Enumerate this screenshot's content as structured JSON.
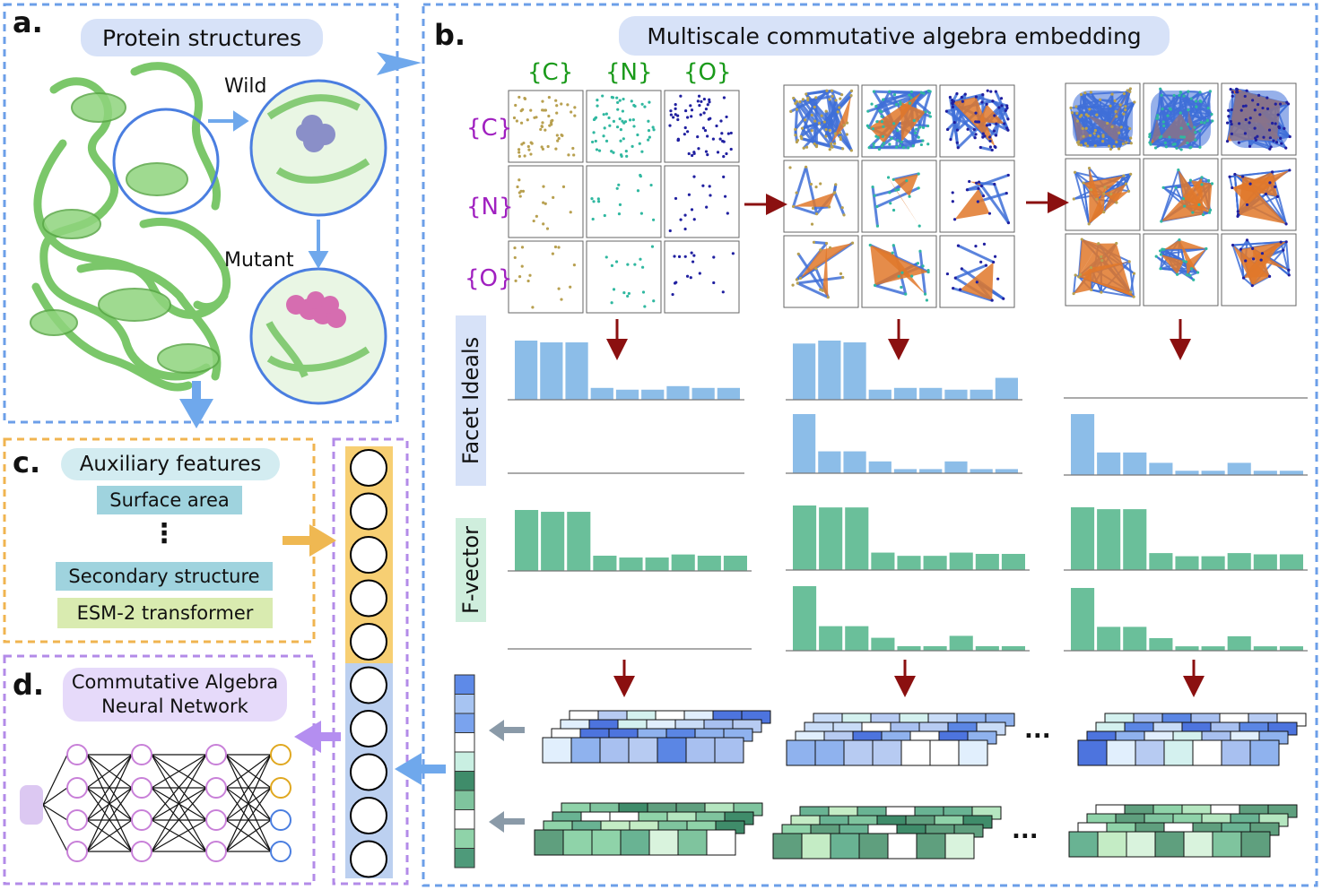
{
  "panels": {
    "a": "a.",
    "b": "b.",
    "c": "c.",
    "d": "d."
  },
  "protein": {
    "title": "Protein structures",
    "wild": "Wild",
    "mutant": "Mutant"
  },
  "embedding": {
    "title": "Multiscale commutative algebra embedding",
    "col_elements": [
      "{C}",
      "{N}",
      "{O}"
    ],
    "row_elements": [
      "{C}",
      "{N}",
      "{O}"
    ],
    "facet_label": "Facet Ideals",
    "fvector_label": "F-vector",
    "ellipsis": "..."
  },
  "auxiliary": {
    "title": "Auxiliary features",
    "items": [
      "Surface area",
      "Secondary structure",
      "ESM-2 transformer"
    ],
    "dots": "⋮"
  },
  "network": {
    "title_line1": "Commutative Algebra",
    "title_line2": "Neural Network"
  },
  "colors": {
    "panel_a_border": "#6c9fe8",
    "panel_c_border": "#f0b450",
    "panel_d_border": "#b38be8",
    "protein_green": "#6dc15a",
    "facet_bar": "#8cbde8",
    "fvector_bar": "#6abf9a",
    "arrow_red": "#8b1010",
    "arrow_blue": "#6fa8ec",
    "arrow_gold": "#efb852",
    "arrow_purple": "#b48ef0",
    "carbon_dots": "#b8a050",
    "nitrogen_dots": "#30b8a0",
    "oxygen_dots": "#2020a0"
  },
  "chart_data": [
    {
      "type": "bar",
      "name_hint": "facet-ideals-scale1-top",
      "values": [
        1.0,
        0.97,
        0.97,
        0.2,
        0.17,
        0.17,
        0.23,
        0.2,
        0.2
      ]
    },
    {
      "type": "bar",
      "name_hint": "facet-ideals-scale1-bottom",
      "values": []
    },
    {
      "type": "bar",
      "name_hint": "facet-ideals-scale2-top",
      "values": [
        0.95,
        1.0,
        0.97,
        0.17,
        0.2,
        0.2,
        0.17,
        0.17,
        0.37
      ]
    },
    {
      "type": "bar",
      "name_hint": "facet-ideals-scale2-bottom",
      "values": [
        1.0,
        0.37,
        0.37,
        0.2,
        0.07,
        0.07,
        0.2,
        0.07,
        0.07
      ]
    },
    {
      "type": "bar",
      "name_hint": "facet-ideals-scale3-top",
      "values": []
    },
    {
      "type": "bar",
      "name_hint": "facet-ideals-scale3-bottom",
      "values": [
        1.0,
        0.37,
        0.37,
        0.2,
        0.07,
        0.07,
        0.2,
        0.07,
        0.07
      ]
    },
    {
      "type": "bar",
      "name_hint": "fvector-scale1-top",
      "values": [
        1.0,
        0.97,
        0.97,
        0.25,
        0.22,
        0.22,
        0.27,
        0.25,
        0.25
      ]
    },
    {
      "type": "bar",
      "name_hint": "fvector-scale1-bottom",
      "values": []
    },
    {
      "type": "bar",
      "name_hint": "fvector-scale2-top",
      "values": [
        1.0,
        0.97,
        0.97,
        0.27,
        0.22,
        0.22,
        0.27,
        0.25,
        0.25
      ]
    },
    {
      "type": "bar",
      "name_hint": "fvector-scale2-bottom",
      "values": [
        1.0,
        0.38,
        0.38,
        0.2,
        0.07,
        0.07,
        0.23,
        0.07,
        0.07
      ]
    },
    {
      "type": "bar",
      "name_hint": "fvector-scale3-top",
      "values": [
        1.0,
        0.97,
        0.97,
        0.27,
        0.22,
        0.22,
        0.27,
        0.25,
        0.25
      ]
    },
    {
      "type": "bar",
      "name_hint": "fvector-scale3-bottom",
      "values": [
        1.0,
        0.38,
        0.38,
        0.2,
        0.07,
        0.07,
        0.23,
        0.07,
        0.07
      ]
    }
  ]
}
